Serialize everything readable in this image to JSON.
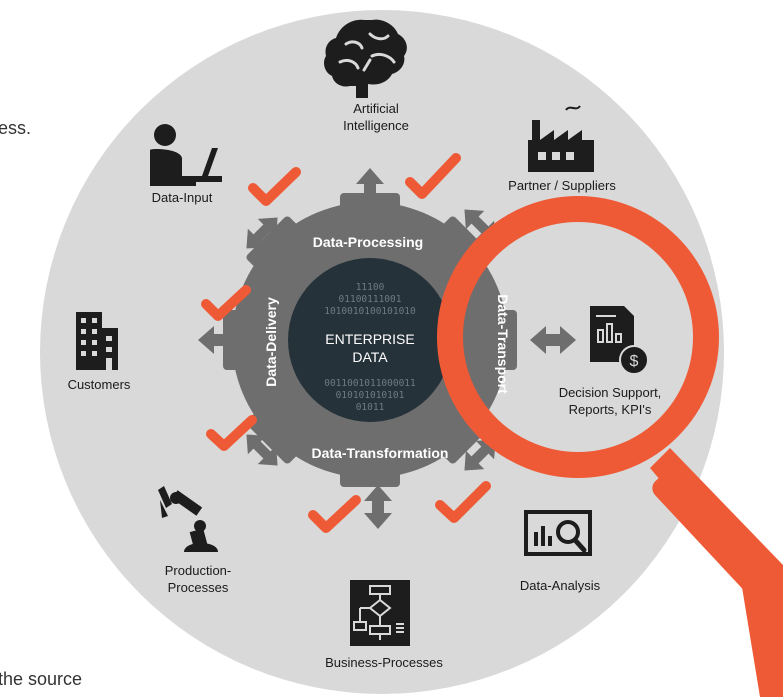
{
  "background_fragments": {
    "top_left": "ess.",
    "bottom_left": "the source"
  },
  "core": {
    "binary_top": [
      "11100",
      "01100111001",
      "1010010100101010"
    ],
    "title": [
      "ENTERPRISE",
      "DATA"
    ],
    "binary_bottom": [
      "0011001011000011",
      "010101010101",
      "01011"
    ]
  },
  "ring": {
    "top": "Data-Processing",
    "bottom": "Data-Transformation",
    "left": "Data-Delivery",
    "right": "Data-Transport"
  },
  "nodes": {
    "artificial_intelligence": [
      "Artificial",
      "Intelligence"
    ],
    "partner_suppliers": [
      "Partner / Suppliers"
    ],
    "data_input": [
      "Data-Input"
    ],
    "customers": [
      "Customers"
    ],
    "decision_support": [
      "Decision Support,",
      "Reports, KPI's"
    ],
    "production_processes": [
      "Production-",
      "Processes"
    ],
    "business_processes": [
      "Business-Processes"
    ],
    "data_analysis": [
      "Data-Analysis"
    ]
  },
  "icons": {
    "artificial_intelligence": "brain-icon",
    "partner_suppliers": "factory-icon",
    "data_input": "person-laptop-icon",
    "customers": "buildings-icon",
    "decision_support": "report-dollar-icon",
    "production_processes": "robot-arm-icon",
    "business_processes": "flowchart-icon",
    "data_analysis": "monitor-magnifier-icon"
  },
  "colors": {
    "outer_disc": "#d9d9d9",
    "gear": "#6e6e6e",
    "core": "#26323a",
    "accent": "#ef5a36",
    "icon": "#1d1d1d"
  }
}
